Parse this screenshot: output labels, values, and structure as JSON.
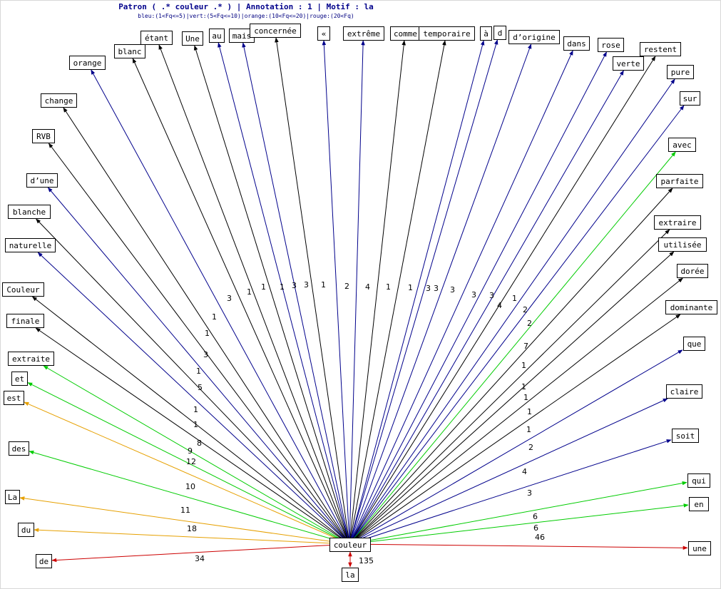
{
  "header": {
    "title": "Patron ( .* couleur .* ) | Annotation : 1 | Motif : la",
    "legend": "bleu:(1<Fq<=5)|vert:(5<Fq<=10)|orange:(10<Fq<=20)|rouge:(20<Fq)"
  },
  "colors": {
    "black": "#000000",
    "blue": "#00008b",
    "green": "#00cc00",
    "orange": "#e6a000",
    "red": "#cc0000"
  },
  "graph": {
    "center": "couleur",
    "motif": {
      "label": "la",
      "count": "135"
    },
    "nodes": [
      {
        "label": "orange",
        "count": "3",
        "color": "blue"
      },
      {
        "label": "blanc",
        "count": "1",
        "color": "black"
      },
      {
        "label": "étant",
        "count": "1",
        "color": "black"
      },
      {
        "label": "Une",
        "count": "1",
        "color": "black"
      },
      {
        "label": "au",
        "count": "3",
        "color": "blue"
      },
      {
        "label": "mais",
        "count": "3",
        "color": "blue"
      },
      {
        "label": "concernée",
        "count": "1",
        "color": "black"
      },
      {
        "label": "«",
        "count": "2",
        "color": "blue"
      },
      {
        "label": "extrême",
        "count": "4",
        "color": "blue"
      },
      {
        "label": "comme",
        "count": "1",
        "color": "black"
      },
      {
        "label": "temporaire",
        "count": "1",
        "color": "black"
      },
      {
        "label": "à",
        "count": "3",
        "color": "blue"
      },
      {
        "label": "d",
        "count": "3",
        "color": "blue"
      },
      {
        "label": "d’origine",
        "count": "3",
        "color": "blue"
      },
      {
        "label": "dans",
        "count": "3",
        "color": "blue"
      },
      {
        "label": "rose",
        "count": "3",
        "color": "blue"
      },
      {
        "label": "verte",
        "count": "4",
        "color": "blue"
      },
      {
        "label": "restent",
        "count": "1",
        "color": "black"
      },
      {
        "label": "pure",
        "count": "2",
        "color": "blue"
      },
      {
        "label": "sur",
        "count": "2",
        "color": "blue"
      },
      {
        "label": "avec",
        "count": "7",
        "color": "green"
      },
      {
        "label": "parfaite",
        "count": "1",
        "color": "black"
      },
      {
        "label": "extraire",
        "count": "1",
        "color": "black"
      },
      {
        "label": "utilisée",
        "count": "1",
        "color": "black"
      },
      {
        "label": "dorée",
        "count": "1",
        "color": "black"
      },
      {
        "label": "dominante",
        "count": "1",
        "color": "black"
      },
      {
        "label": "que",
        "count": "2",
        "color": "blue"
      },
      {
        "label": "claire",
        "count": "4",
        "color": "blue"
      },
      {
        "label": "soit",
        "count": "3",
        "color": "blue"
      },
      {
        "label": "qui",
        "count": "6",
        "color": "green"
      },
      {
        "label": "en",
        "count": "6",
        "color": "green"
      },
      {
        "label": "une",
        "count": "46",
        "color": "red"
      },
      {
        "label": "change",
        "count": "1",
        "color": "black"
      },
      {
        "label": "RVB",
        "count": "1",
        "color": "black"
      },
      {
        "label": "d’une",
        "count": "3",
        "color": "blue"
      },
      {
        "label": "blanche",
        "count": "1",
        "color": "black"
      },
      {
        "label": "naturelle",
        "count": "5",
        "color": "blue"
      },
      {
        "label": "Couleur",
        "count": "1",
        "color": "black"
      },
      {
        "label": "finale",
        "count": "1",
        "color": "black"
      },
      {
        "label": "extraite",
        "count": "8",
        "color": "green"
      },
      {
        "label": "et",
        "count": "9",
        "color": "green"
      },
      {
        "label": "est",
        "count": "12",
        "color": "orange"
      },
      {
        "label": "des",
        "count": "10",
        "color": "green"
      },
      {
        "label": "La",
        "count": "11",
        "color": "orange"
      },
      {
        "label": "du",
        "count": "18",
        "color": "orange"
      },
      {
        "label": "de",
        "count": "34",
        "color": "red"
      }
    ]
  }
}
